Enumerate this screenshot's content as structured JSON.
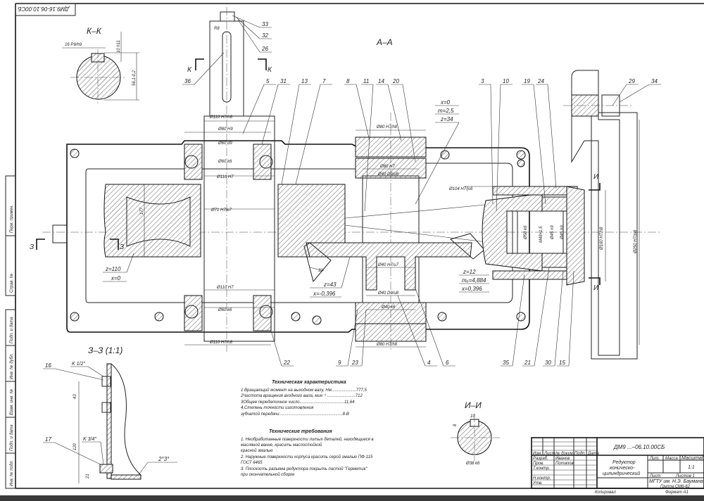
{
  "stamp_code": "ДМ9.16-06.10.00СБ",
  "views": {
    "section_kk": "К–К",
    "section_aa": "А–А",
    "section_33": "З–З (1:1)",
    "section_ii": "И–И",
    "cut_k": "К",
    "cut_3": "З",
    "cut_i": "И"
  },
  "dimensions": {
    "kk_key": "16 P9/h9",
    "kk_depth": "10 h11",
    "kk_dia": "56,1-0,2",
    "r8": "R8",
    "d110_h7h8_top": "Ø110 H7/h8",
    "d80_h9": "Ø80 H9",
    "d60_d9": "Ø60 d9",
    "d60_k6_top": "Ø60 k6",
    "d110_h7_top": "Ø110 H7",
    "d71_h7e7": "Ø71 H7/e7",
    "d177": "177",
    "d110_h7_bot": "Ø110 H7",
    "d60_k6_bot": "Ø60 k6",
    "d110_h7h8_bot": "Ø110 H7/h8",
    "d80_h7h8_top": "Ø80 H7/h8",
    "d80_h7": "Ø80 H7",
    "d40_d9u8_top": "Ø40 D9/u8",
    "d104": "Ø104 H7/js6",
    "d40_h7u7": "Ø40 H7/u7",
    "d40_d9u8_bot": "Ø40 D9/u8",
    "d40_k6": "Ø40 k6",
    "d80_h7h8_bot": "Ø80 H7/h8",
    "d32": "32",
    "d50_k6": "Ø50 k6",
    "m48": "M48×1,5",
    "d45_n9": "Ø45 n9",
    "d45_h9": "Ø45 h9",
    "d160": "Ø160 H7/h8",
    "d250": "Ø250 H7/js6",
    "ii_key": "10",
    "ii_depth": "8",
    "ii_dia": "Ø38 k6",
    "z33_43": "43",
    "z33_120": "120",
    "z33_21": "21",
    "z33_k12": "K 1/2\"",
    "z33_k34": "K 3/4\"",
    "z33_angle": "2°3°"
  },
  "gear_params": {
    "g1": {
      "x": "x=0",
      "m": "m=2,5",
      "z": "z=34"
    },
    "g2": {
      "z": "z=110",
      "x": "x=0"
    },
    "g3": {
      "z": "z=43",
      "x": "x=-0,396"
    },
    "g4": {
      "z": "z=12",
      "m": "mₑ=4,884",
      "x": "x=0,396"
    }
  },
  "leaders": [
    "33",
    "32",
    "26",
    "36",
    "5",
    "31",
    "13",
    "7",
    "8",
    "11",
    "14",
    "20",
    "3",
    "10",
    "19",
    "24",
    "29",
    "34",
    "22",
    "9",
    "23",
    "4",
    "6",
    "35",
    "21",
    "30",
    "15",
    "16",
    "17"
  ],
  "tech_characteristics": {
    "title": "Техническая характеристика",
    "lines": [
      "1 Вращающий момент на выходном валу, Нм.....................777,5",
      "2Частота вращения входного вала, мин⁻¹ ........................712",
      "3Общее передаточное число......................................11,64",
      "4.Степень точности изготовления",
      "зубчатой передачи......................................................8-В"
    ]
  },
  "tech_requirements": {
    "title": "Технические требования",
    "lines": [
      "1.  Необработанные поверхности литых деталей, находящиеся в",
      "масляной ванне, красить маслостойкой",
      "красной эмалью",
      "2. Наружные поверхности корпуса красить серой эмалью ПФ-115",
      "ГОСТ 6465",
      "3. Плоскость разъема редуктора покрыть пастой \"Герметик\"",
      "при окончательной сборке"
    ]
  },
  "title_block": {
    "designation": "ДМ9 ...–06.10.00СБ",
    "name_lines": [
      "Редуктор",
      "коническо-",
      "цилиндрический"
    ],
    "col_headers": [
      "Изм.",
      "Лист",
      "№ докум.",
      "Подп.",
      "Дата"
    ],
    "roles": [
      "Разраб.",
      "Пров.",
      "Т.контр.",
      "Н.контр.",
      "Утв."
    ],
    "names": [
      "Иванов",
      "Потапов"
    ],
    "lit_header": "Лит.",
    "mass_header": "Масса",
    "scale_header": "Масштаб",
    "scale": "1:1",
    "sheet": "Лист",
    "sheets": "Листов  1",
    "org": "МГТУ им. Н.Э. Баумана",
    "group": "Группа СМ6-62",
    "copied": "Копировал",
    "format": "Формат   А1"
  },
  "side_strip": [
    "Перв. примен.",
    "Справ. №",
    "Подп. и дата",
    "Инв. № дубл.",
    "Взам. инв. №",
    "Подп. и дата",
    "Инв. № подл."
  ]
}
